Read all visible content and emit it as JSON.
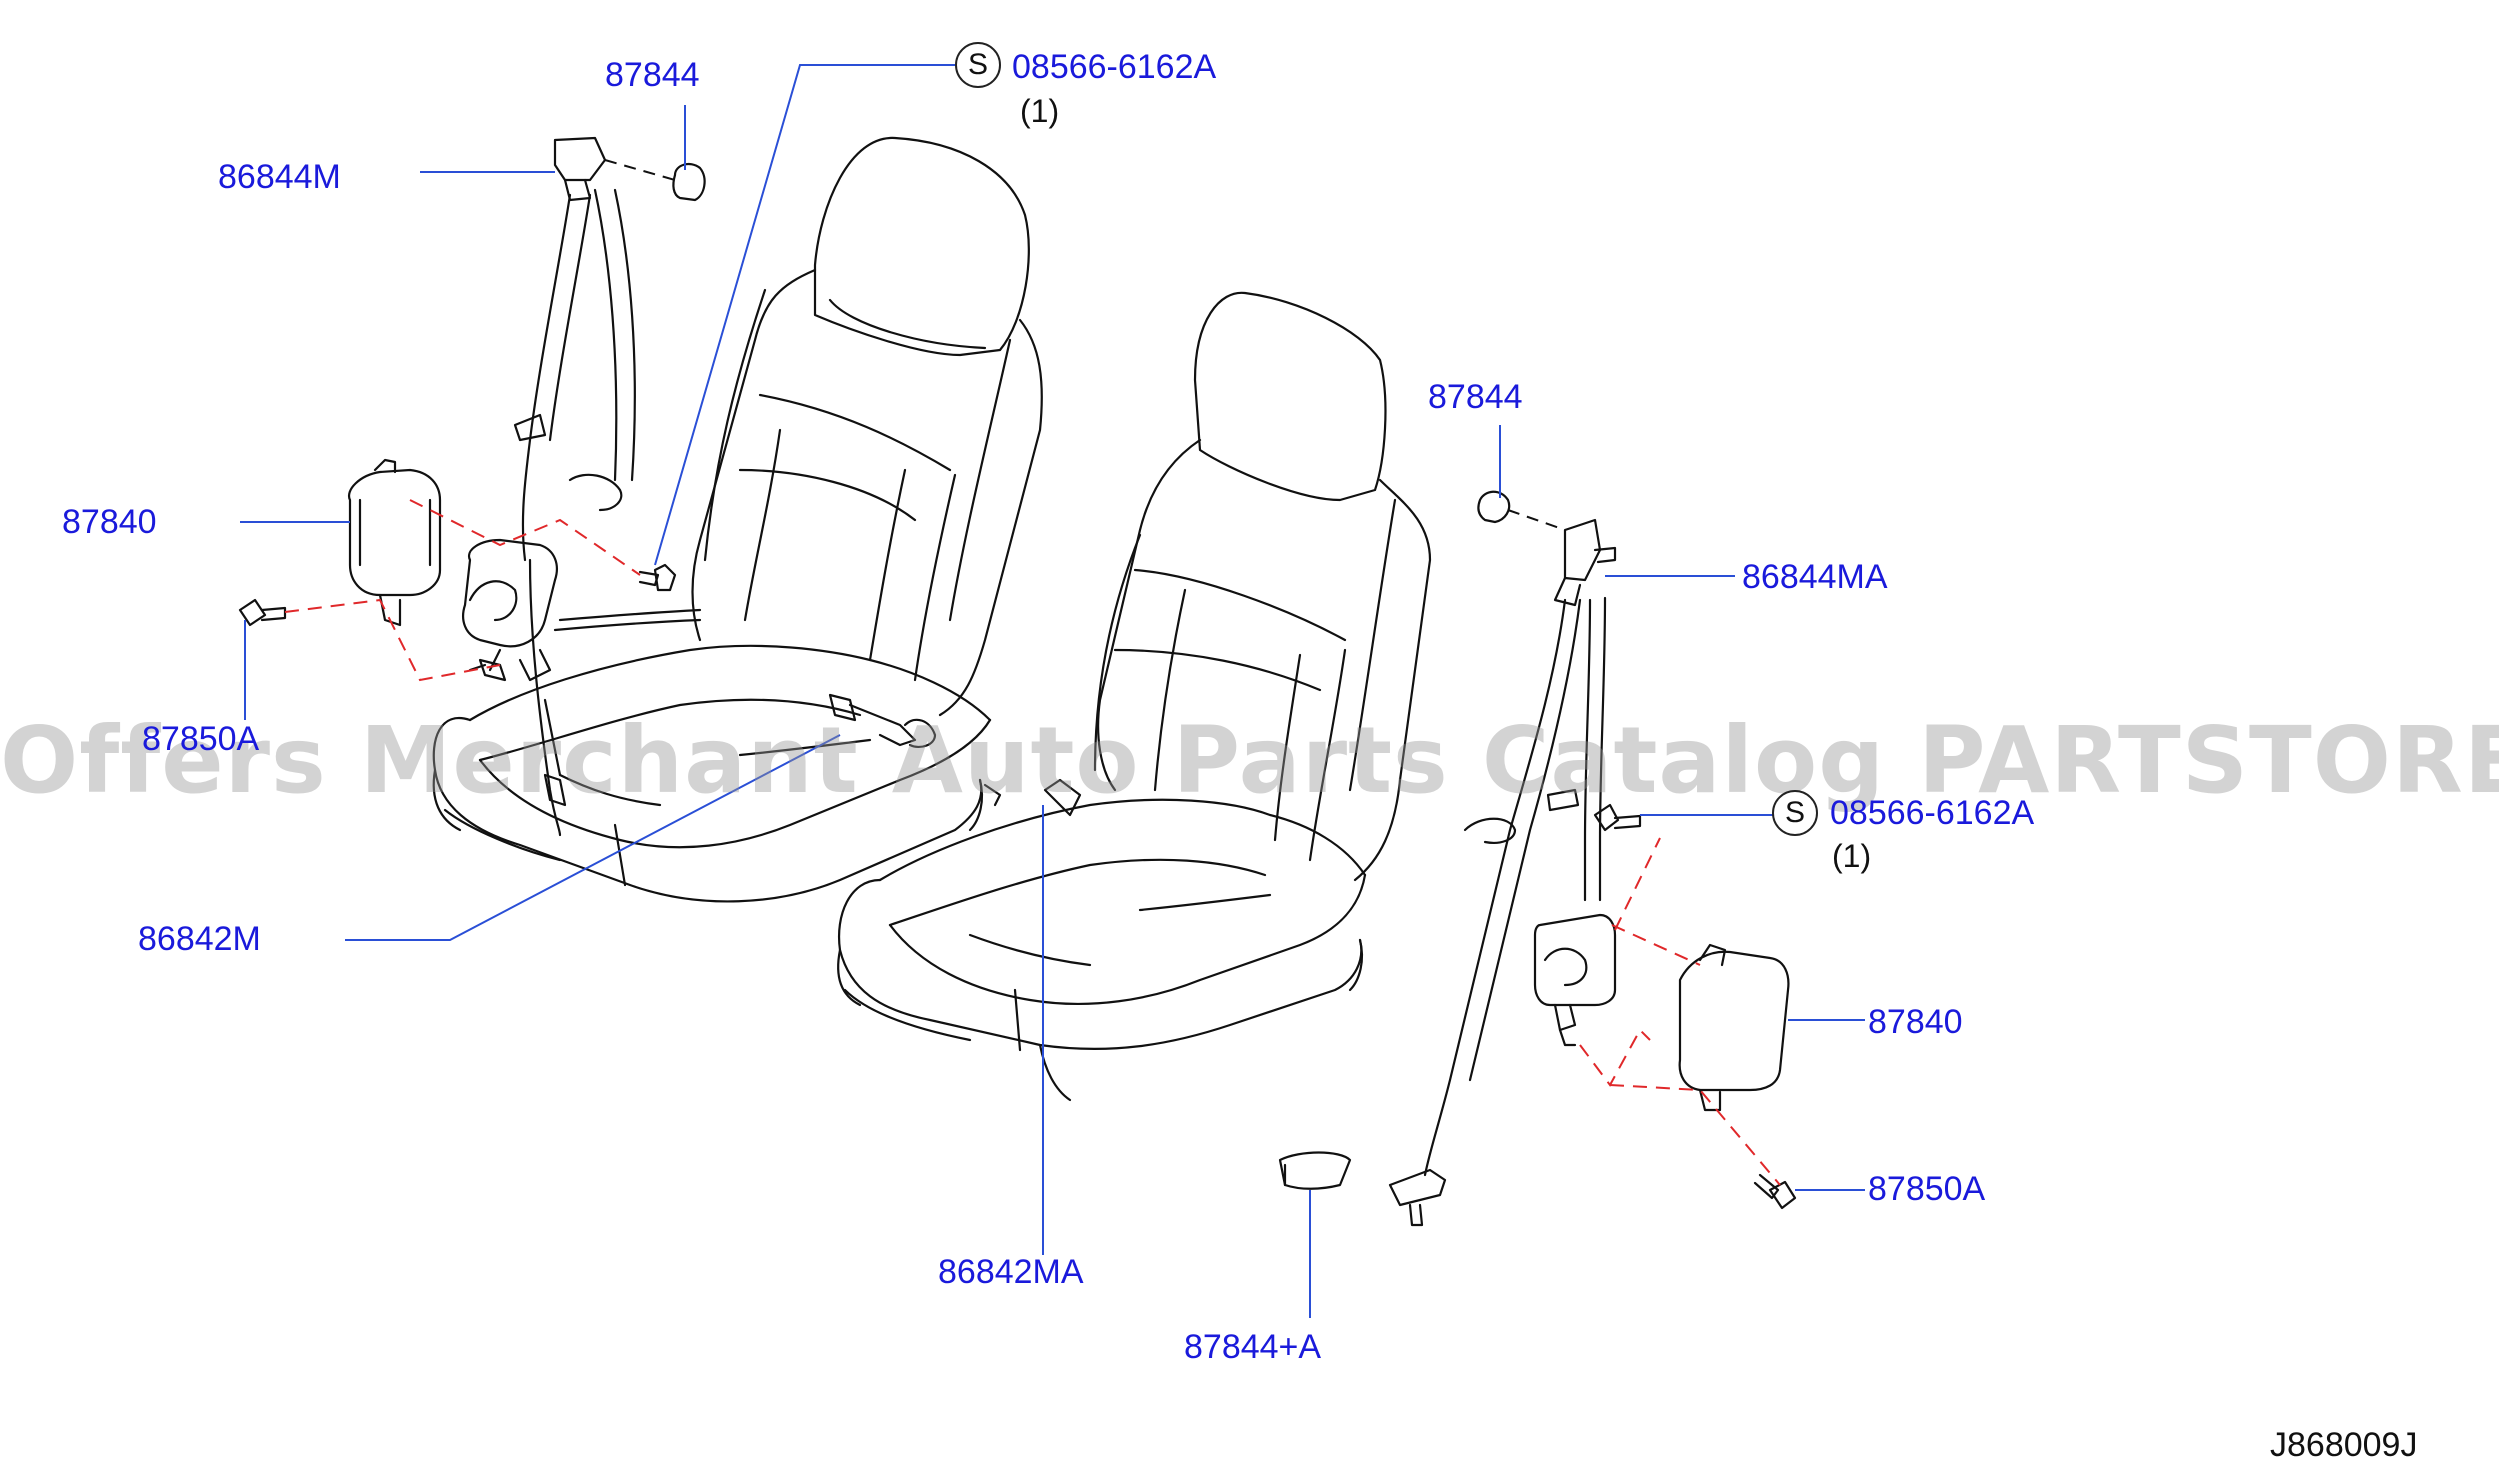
{
  "diagram": {
    "watermark": "Offers Merchant Auto Parts Catalog PARTSTORE.SA",
    "drawing_code": "J868009J",
    "callouts": {
      "left_87844": "87844",
      "left_86844M": "86844M",
      "left_87840": "87840",
      "left_87850A": "87850A",
      "left_86842M": "86842M",
      "top_08566": "08566-6162A",
      "top_qty": "(1)",
      "top_symbol": "S",
      "right_87844": "87844",
      "right_86844MA": "86844MA",
      "right_08566": "08566-6162A",
      "right_qty": "(1)",
      "right_symbol": "S",
      "right_87840": "87840",
      "right_87850A": "87850A",
      "center_86842MA": "86842MA",
      "bottom_87844A": "87844+A"
    },
    "colors": {
      "label_blue": "#1a1adb",
      "leader_blue": "#2a4fd6",
      "dashed_red": "#e0282a",
      "line_black": "#111111"
    }
  }
}
